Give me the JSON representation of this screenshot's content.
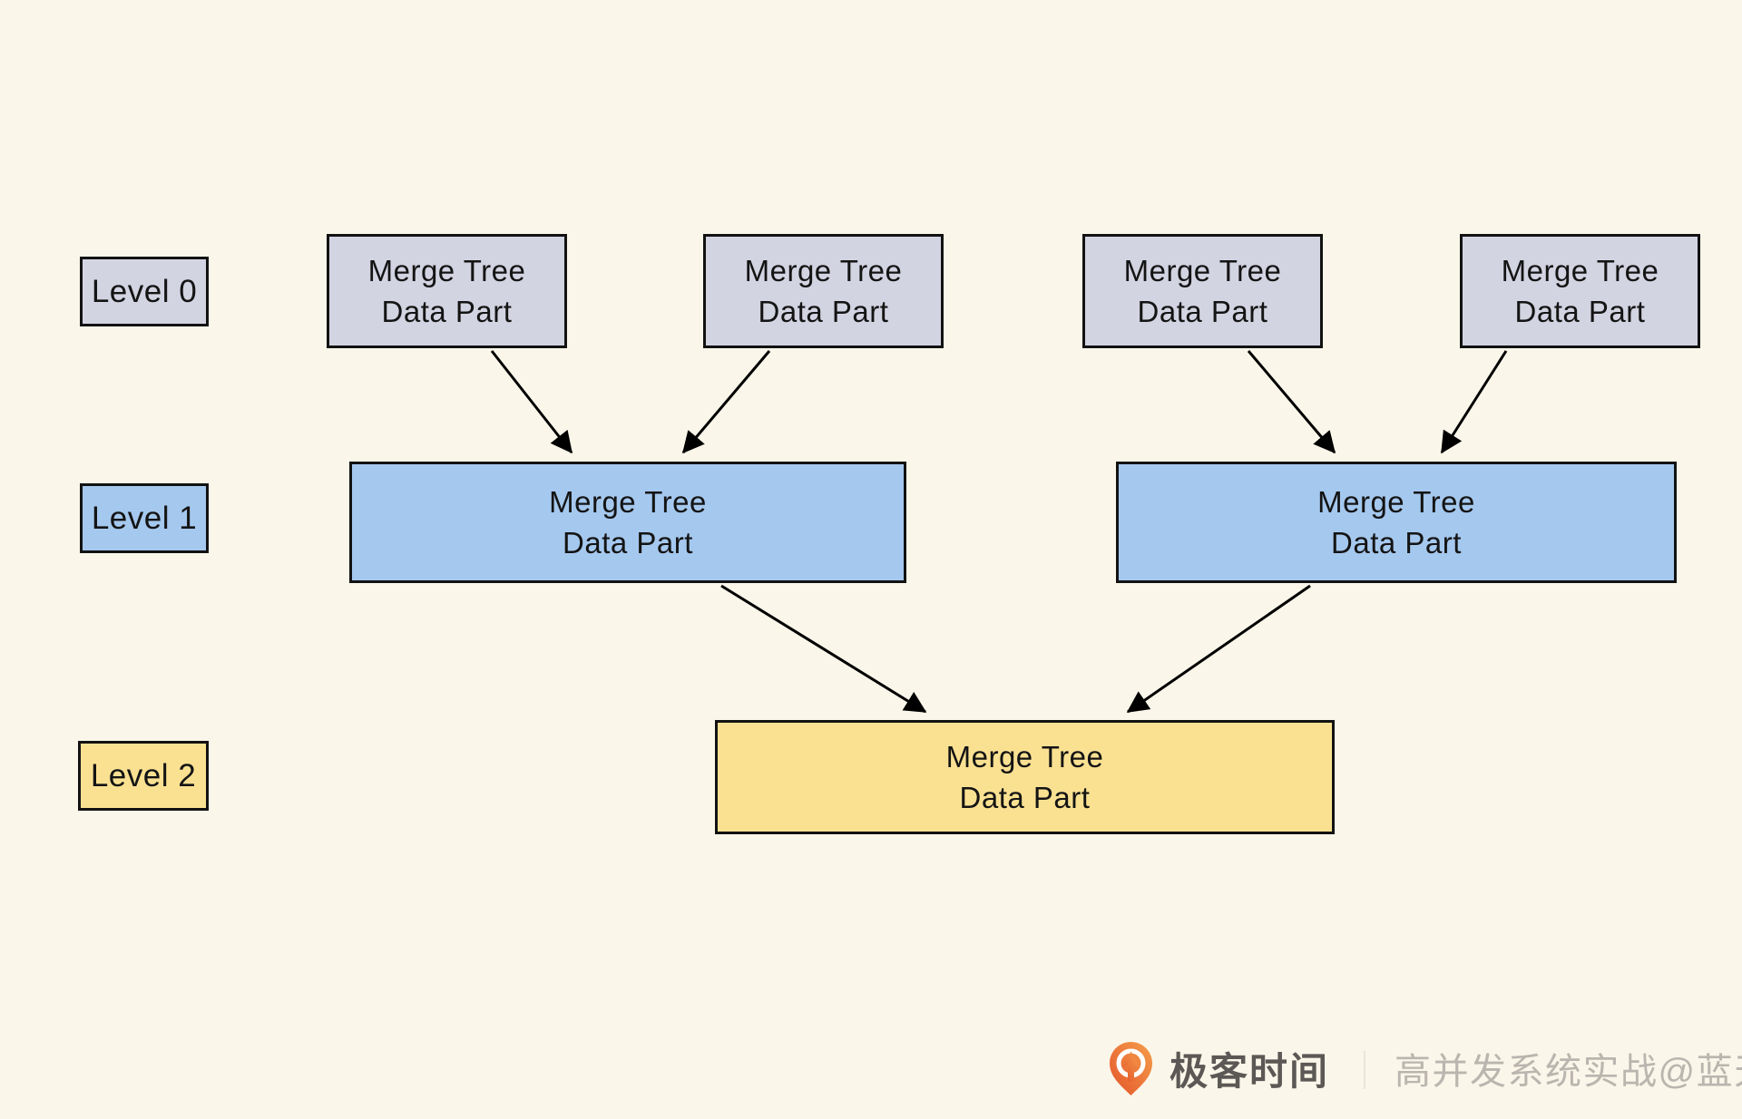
{
  "background_color": "#FAF6E9",
  "node_text": {
    "line1": "Merge Tree",
    "line2": "Data Part"
  },
  "levels": [
    {
      "label": "Level 0",
      "fill": "#D3D4E2"
    },
    {
      "label": "Level 1",
      "fill": "#A5C8EE"
    },
    {
      "label": "Level 2",
      "fill": "#FAE192"
    }
  ],
  "diagram": {
    "node_border_color": "#121212",
    "arrow_color": "#000000",
    "nodes": [
      {
        "id": "level0-part-1",
        "level": 0,
        "label": "Merge Tree Data Part"
      },
      {
        "id": "level0-part-2",
        "level": 0,
        "label": "Merge Tree Data Part"
      },
      {
        "id": "level0-part-3",
        "level": 0,
        "label": "Merge Tree Data Part"
      },
      {
        "id": "level0-part-4",
        "level": 0,
        "label": "Merge Tree Data Part"
      },
      {
        "id": "level1-part-1",
        "level": 1,
        "label": "Merge Tree Data Part"
      },
      {
        "id": "level1-part-2",
        "level": 1,
        "label": "Merge Tree Data Part"
      },
      {
        "id": "level2-part-1",
        "level": 2,
        "label": "Merge Tree Data Part"
      }
    ],
    "edges": [
      {
        "from": "level0-part-1",
        "to": "level1-part-1"
      },
      {
        "from": "level0-part-2",
        "to": "level1-part-1"
      },
      {
        "from": "level0-part-3",
        "to": "level1-part-2"
      },
      {
        "from": "level0-part-4",
        "to": "level1-part-2"
      },
      {
        "from": "level1-part-1",
        "to": "level2-part-1"
      },
      {
        "from": "level1-part-2",
        "to": "level2-part-1"
      }
    ]
  },
  "footer": {
    "brand": "极客时间",
    "divider": "｜",
    "credit": "高并发系统实战@蓝天",
    "brand_color": "#5B5855",
    "divider_color": "#D5D1C9",
    "credit_color": "#BAB5AE",
    "logo_gradient_start": "#F59E4C",
    "logo_gradient_end": "#E4552A"
  }
}
